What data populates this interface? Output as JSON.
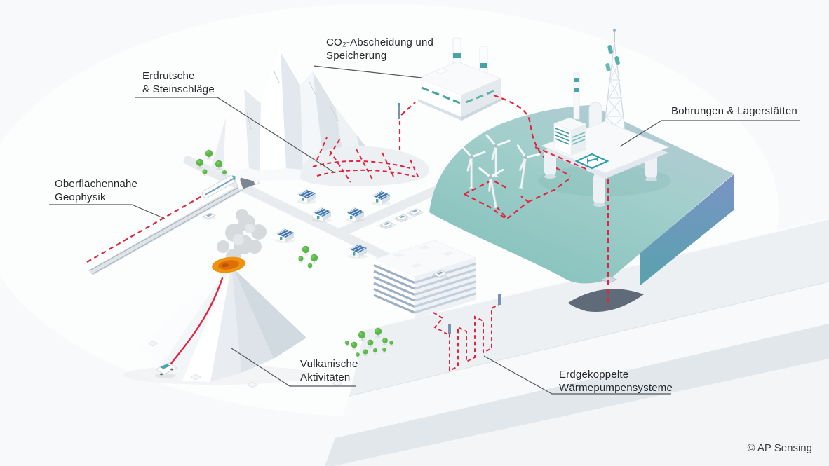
{
  "meta": {
    "copyright": "© AP Sensing"
  },
  "labels": {
    "co2": {
      "line1": "CO₂-Abscheidung und",
      "line2": "Speicherung"
    },
    "erdrutsche": {
      "line1": "Erdrutsche",
      "line2": "& Steinschläge"
    },
    "bohrungen": {
      "text": "Bohrungen & Lagerstätten"
    },
    "geophysik": {
      "line1": "Oberflächennahe",
      "line2": "Geophysik"
    },
    "vulkan": {
      "line1": "Vulkanische",
      "line2": "Aktivitäten"
    },
    "waermepumpen": {
      "line1": "Erdgekoppelte",
      "line2": "Wärmepumpensysteme"
    }
  },
  "colors": {
    "background": "#f8f9fa",
    "accent_teal": "#46a3a6",
    "sensing_red": "#e2243e",
    "water_teal": "#9ccdc9",
    "water_deep_blue": "#7b93c5",
    "label_text": "#26282b",
    "leader_line": "#54585c",
    "tree_green": "#5bb84a",
    "roof_blue": "#3f74ad"
  },
  "scene": {
    "type": "isometric-monitoring-landscape",
    "wind_turbine_count": 4,
    "house_count": 6,
    "elements": [
      "mountain-icon",
      "tunnel-icon",
      "railway-icon",
      "train-icon",
      "rockfall-net-icon",
      "factory-icon",
      "smokestack-icon",
      "sensor-post-icon",
      "wind-turbine-icon",
      "offshore-platform-icon",
      "derrick-tower-icon",
      "helipad-icon",
      "water-basin-icon",
      "borehole-icon",
      "reservoir-icon",
      "office-building-icon",
      "heat-pump-loop-icon",
      "volcano-icon",
      "smoke-plume-icon",
      "monitoring-van-icon",
      "house-icon",
      "tree-icon",
      "car-icon",
      "fiber-route-icon"
    ]
  }
}
